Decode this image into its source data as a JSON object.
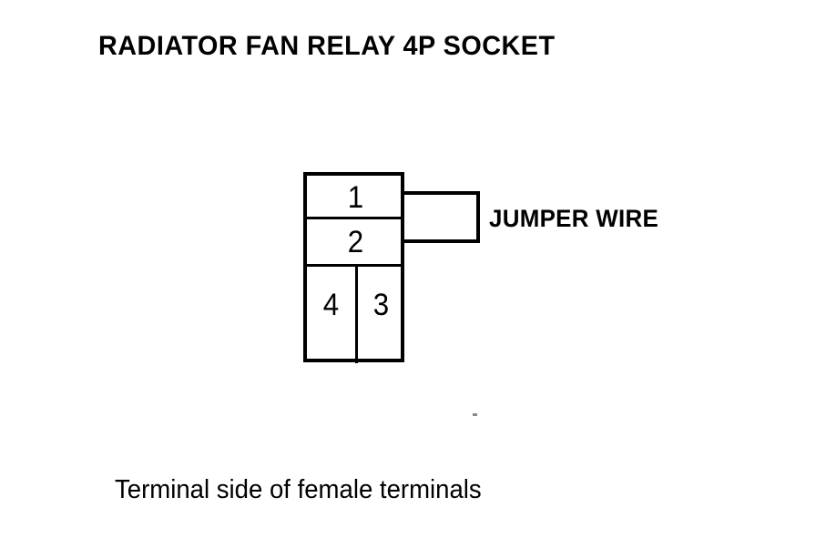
{
  "title": "RADIATOR FAN RELAY 4P SOCKET",
  "caption": "Terminal side of female terminals",
  "colors": {
    "ink": "#000000",
    "background": "#ffffff"
  },
  "socket": {
    "pin_count": "4P",
    "terminals": [
      {
        "number": "1",
        "position": "top-row"
      },
      {
        "number": "2",
        "position": "middle-row"
      },
      {
        "number": "4",
        "position": "bottom-row-left"
      },
      {
        "number": "3",
        "position": "bottom-row-right"
      }
    ]
  },
  "jumper": {
    "label": "JUMPER WIRE",
    "connects": "1-2"
  }
}
